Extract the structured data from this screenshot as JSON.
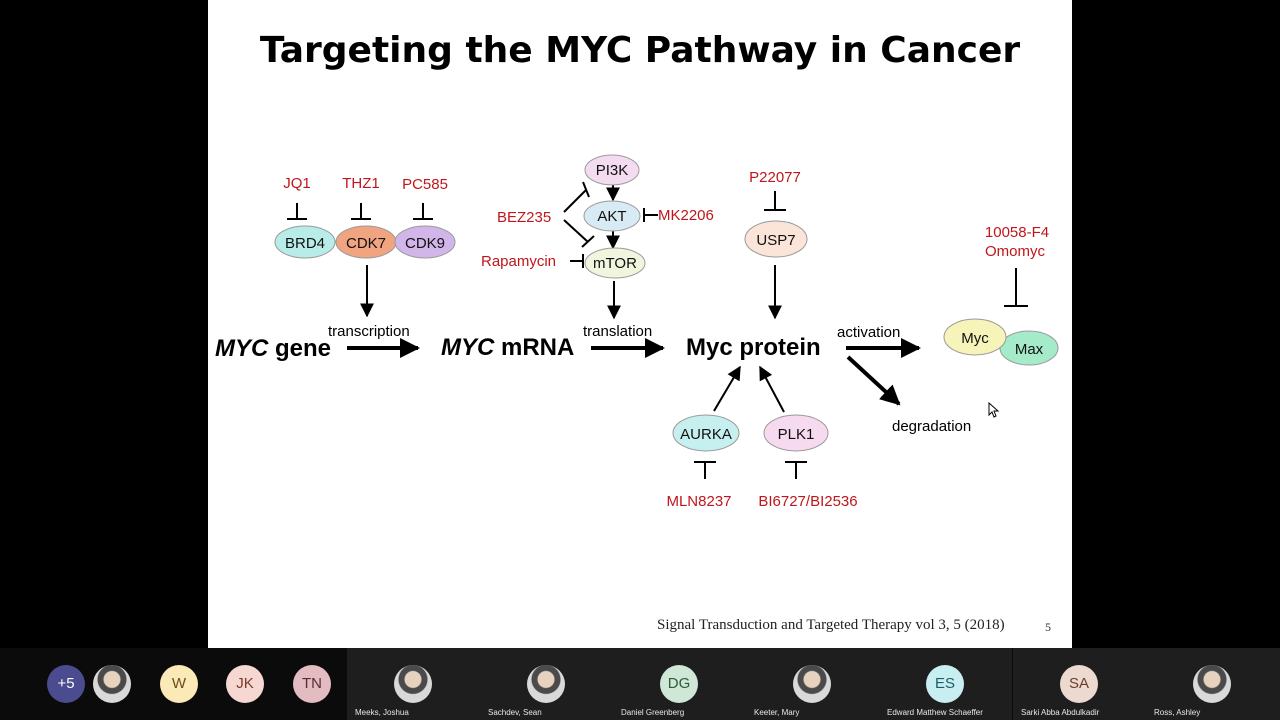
{
  "slide": {
    "title": "Targeting the MYC Pathway in Cancer",
    "citation": "Signal Transduction and Targeted Therapy vol 3, 5 (2018)",
    "page_number": "5"
  },
  "diagram": {
    "main_flow": {
      "gene_italic": "MYC",
      "gene_suffix": " gene",
      "mrna_italic": "MYC",
      "mrna_suffix": " mRNA",
      "protein": "Myc protein",
      "transcription": "transcription",
      "translation": "translation",
      "activation": "activation",
      "degradation": "degradation"
    },
    "nodes": {
      "brd4": "BRD4",
      "cdk7": "CDK7",
      "cdk9": "CDK9",
      "pi3k": "PI3K",
      "akt": "AKT",
      "mtor": "mTOR",
      "usp7": "USP7",
      "aurka": "AURKA",
      "plk1": "PLK1",
      "myc": "Myc",
      "max": "Max"
    },
    "inhibitors": {
      "jq1": "JQ1",
      "thz1": "THZ1",
      "pc585": "PC585",
      "bez235": "BEZ235",
      "mk2206": "MK2206",
      "rapamycin": "Rapamycin",
      "p22077": "P22077",
      "f4": "10058-F4",
      "omomyc": "Omomyc",
      "mln8237": "MLN8237",
      "bi": "BI6727/BI2536"
    },
    "colors": {
      "inhibitor": "#c0161b",
      "brd4": "#b8ece9",
      "cdk7": "#f0a47f",
      "cdk9": "#d2b6ea",
      "pi3k": "#f4dcf0",
      "akt": "#d8ebf4",
      "mtor": "#f0f6de",
      "usp7": "#fbe5d8",
      "aurka": "#c6f0ef",
      "plk1": "#f6daf0",
      "myc": "#f6f4b8",
      "max": "#a5eac9"
    }
  },
  "participants": {
    "overflow": "+5",
    "tiles": [
      {
        "initials": "W",
        "name": ""
      },
      {
        "initials": "JK",
        "name": ""
      },
      {
        "initials": "TN",
        "name": ""
      },
      {
        "initials": "",
        "name": "Meeks, Joshua"
      },
      {
        "initials": "",
        "name": "Sachdev, Sean"
      },
      {
        "initials": "DG",
        "name": "Daniel Greenberg"
      },
      {
        "initials": "",
        "name": "Keeter, Mary"
      },
      {
        "initials": "ES",
        "name": "Edward Matthew Schaeffer"
      },
      {
        "initials": "SA",
        "name": "Sarki Abba Abdulkadir"
      },
      {
        "initials": "",
        "name": "Ross, Ashley"
      }
    ]
  }
}
